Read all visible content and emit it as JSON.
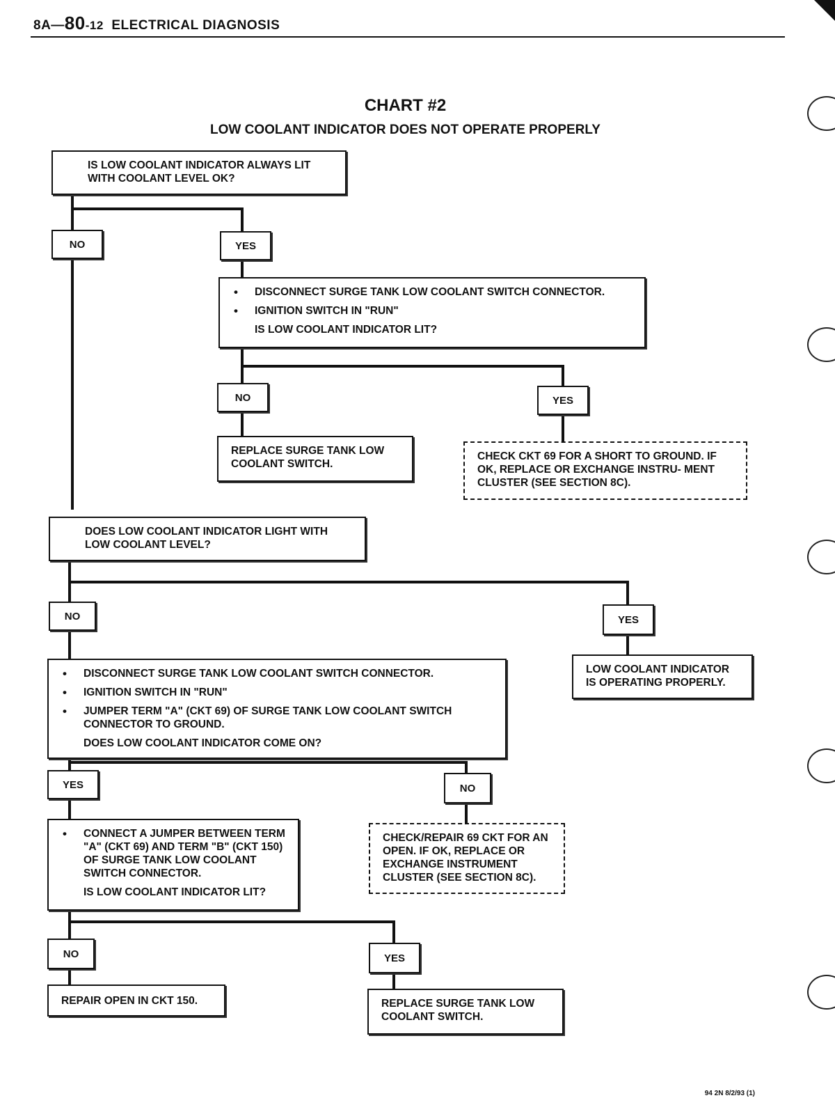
{
  "header": {
    "section": "8A—",
    "page": "80",
    "page_sub": "-12",
    "title": "ELECTRICAL DIAGNOSIS"
  },
  "chart": {
    "title": "CHART #2",
    "subtitle": "LOW COOLANT INDICATOR DOES NOT OPERATE PROPERLY"
  },
  "labels": {
    "no": "NO",
    "yes": "YES"
  },
  "boxes": {
    "q1": "IS LOW COOLANT INDICATOR ALWAYS LIT WITH COOLANT LEVEL OK?",
    "s1": {
      "bullets": [
        "DISCONNECT SURGE TANK LOW COOLANT SWITCH CONNECTOR.",
        "IGNITION SWITCH IN \"RUN\""
      ],
      "question": "IS LOW COOLANT INDICATOR LIT?"
    },
    "r1": "REPLACE SURGE TANK LOW COOLANT SWITCH.",
    "r2": "CHECK CKT 69 FOR A SHORT TO GROUND. IF OK, REPLACE OR EXCHANGE INSTRU- MENT CLUSTER (SEE SECTION 8C).",
    "q2": "DOES LOW COOLANT INDICATOR LIGHT WITH LOW COOLANT LEVEL?",
    "r3": "LOW COOLANT INDICATOR IS OPERATING PROPERLY.",
    "s2": {
      "bullets": [
        "DISCONNECT SURGE TANK LOW COOLANT SWITCH CONNECTOR.",
        "IGNITION SWITCH IN \"RUN\"",
        "JUMPER TERM \"A\" (CKT 69) OF SURGE TANK LOW COOLANT SWITCH CONNECTOR TO GROUND."
      ],
      "question": "DOES LOW COOLANT INDICATOR COME ON?"
    },
    "s3": {
      "bullets": [
        "CONNECT A JUMPER BETWEEN TERM \"A\" (CKT 69) AND TERM \"B\" (CKT 150) OF SURGE TANK LOW COOLANT SWITCH CONNECTOR."
      ],
      "question": "IS LOW COOLANT INDICATOR LIT?"
    },
    "r4": "CHECK/REPAIR 69 CKT FOR AN OPEN. IF OK, REPLACE OR EXCHANGE INSTRUMENT CLUSTER (SEE SECTION 8C).",
    "r5": "REPAIR OPEN IN CKT 150.",
    "r6": "REPLACE SURGE TANK LOW COOLANT SWITCH."
  },
  "footer": "94 2N 8/2/93 (1)"
}
